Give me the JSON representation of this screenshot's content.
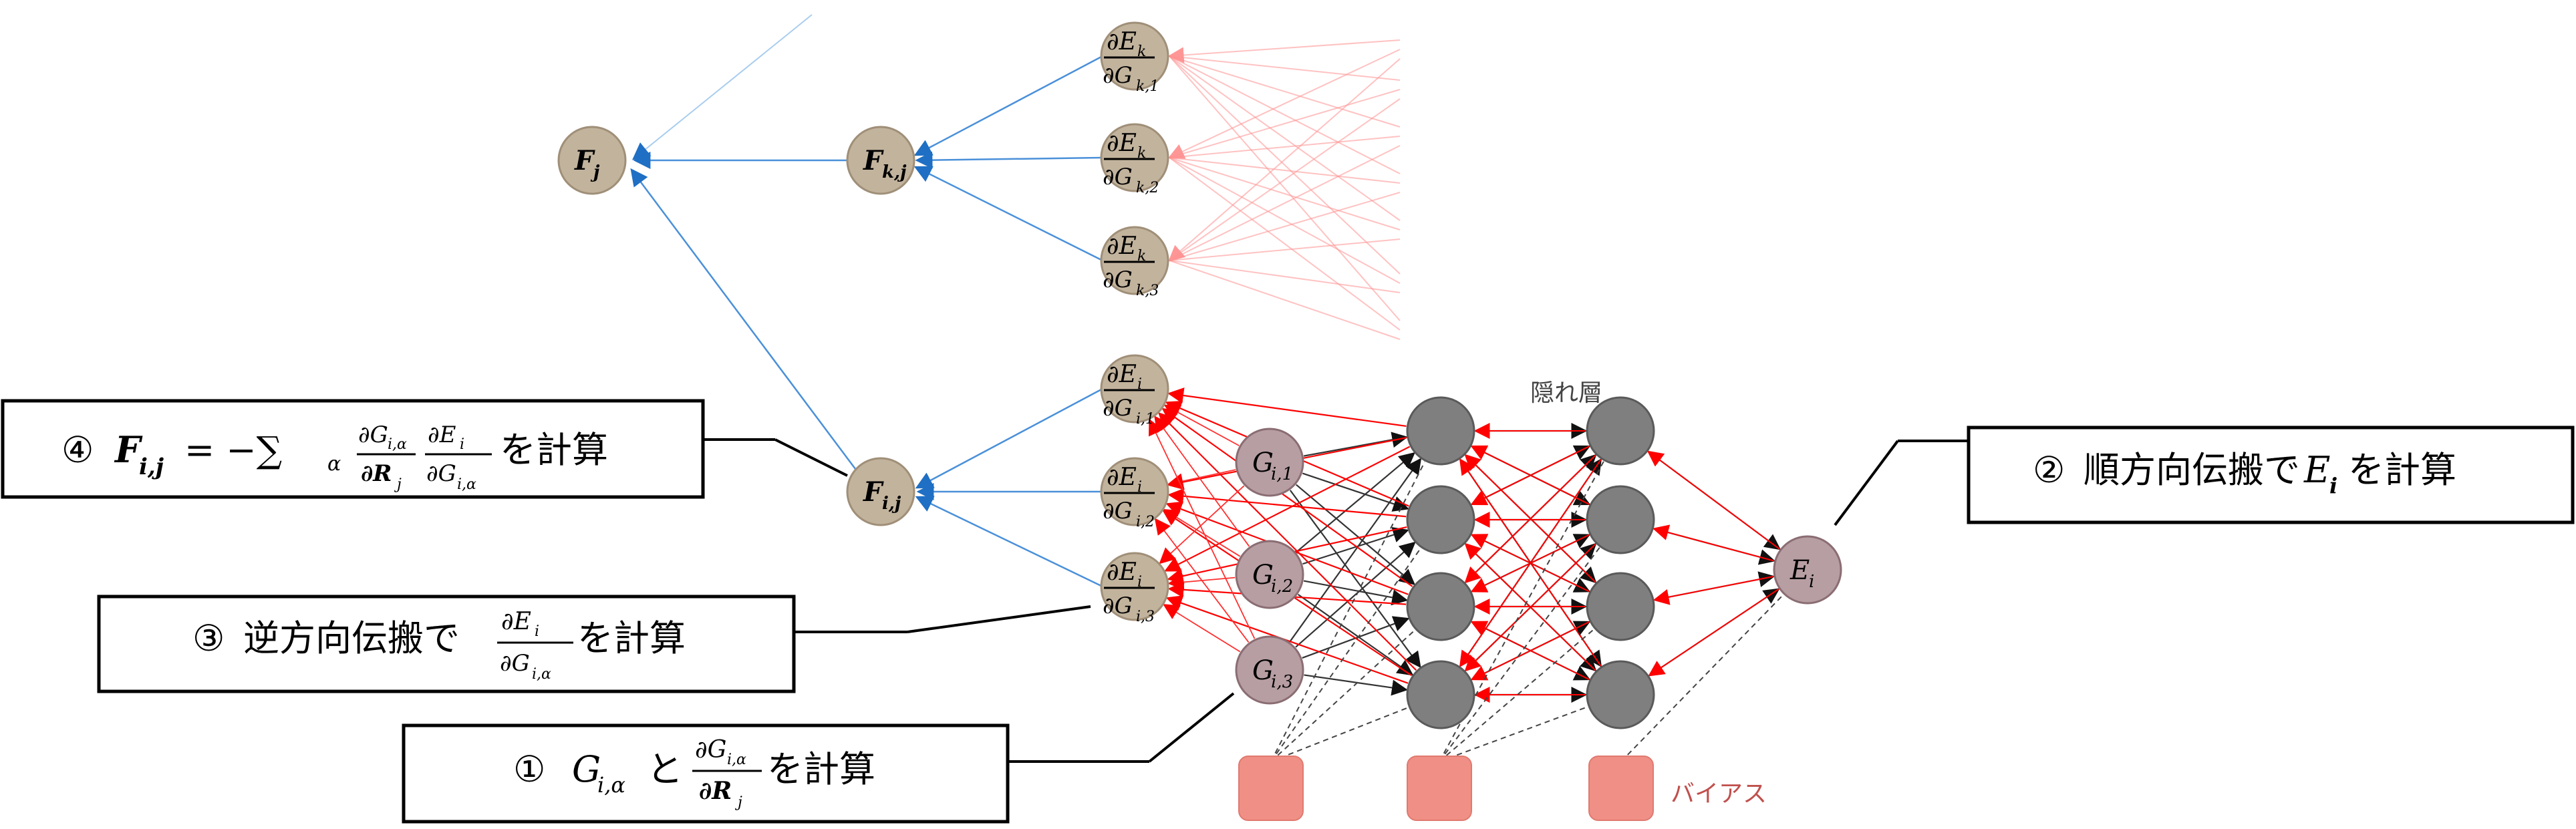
{
  "nodes": {
    "f_j": {
      "main": "F",
      "sub": "j"
    },
    "f_kj": {
      "main": "F",
      "sub": "k,j"
    },
    "f_ij": {
      "main": "F",
      "sub": "i,j"
    },
    "dEk": [
      {
        "num": "∂E",
        "num_sub": "k",
        "den": "∂G",
        "den_sub": "k,1"
      },
      {
        "num": "∂E",
        "num_sub": "k",
        "den": "∂G",
        "den_sub": "k,2"
      },
      {
        "num": "∂E",
        "num_sub": "k",
        "den": "∂G",
        "den_sub": "k,3"
      }
    ],
    "dEi": [
      {
        "num": "∂E",
        "num_sub": "i",
        "den": "∂G",
        "den_sub": "i,1"
      },
      {
        "num": "∂E",
        "num_sub": "i",
        "den": "∂G",
        "den_sub": "i,2"
      },
      {
        "num": "∂E",
        "num_sub": "i",
        "den": "∂G",
        "den_sub": "i,3"
      }
    ],
    "inputs": [
      {
        "main": "G",
        "sub": "i,1"
      },
      {
        "main": "G",
        "sub": "i,2"
      },
      {
        "main": "G",
        "sub": "i,3"
      }
    ],
    "output": {
      "main": "E",
      "sub": "i"
    }
  },
  "labels": {
    "hidden_layer": "隠れ層",
    "bias": "バイアス"
  },
  "annotations": {
    "step1": {
      "circle": "①",
      "g": "G",
      "g_sub": "i,α",
      "conj": "と",
      "frac_num": "∂G",
      "frac_num_sub": "i,α",
      "frac_den": "∂R",
      "frac_den_sub": "j",
      "tail": "を計算"
    },
    "step2": {
      "circle": "②",
      "text": "順方向伝搬で",
      "e": "E",
      "e_sub": "i",
      "tail": "を計算"
    },
    "step3": {
      "circle": "③",
      "text": "逆方向伝搬で",
      "frac_num": "∂E",
      "frac_num_sub": "i",
      "frac_den": "∂G",
      "frac_den_sub": "i,α",
      "tail": "を計算"
    },
    "step4": {
      "circle": "④",
      "lhs": "F",
      "lhs_sub": "i,j",
      "eq": "= −∑",
      "sum_sub": "α",
      "frac1_num": "∂G",
      "frac1_num_sub": "i,α",
      "frac1_den": "∂R",
      "frac1_den_sub": "j",
      "frac2_num": "∂E",
      "frac2_num_sub": "i",
      "frac2_den": "∂G",
      "frac2_den_sub": "i,α",
      "tail": "を計算"
    }
  },
  "colors": {
    "tan_node": "#c2b39d",
    "tan_stroke": "#a08f78",
    "input_node": "#b79ea3",
    "input_stroke": "#8a6d73",
    "hidden_node": "#7f7f7f",
    "hidden_stroke": "#5a5a5a",
    "bias_node": "#f08f85",
    "blue_arrow": "#4a90d9",
    "red_arrow": "#ff0000",
    "dark_arrow": "#222222",
    "bias_label": "#c0504d"
  }
}
